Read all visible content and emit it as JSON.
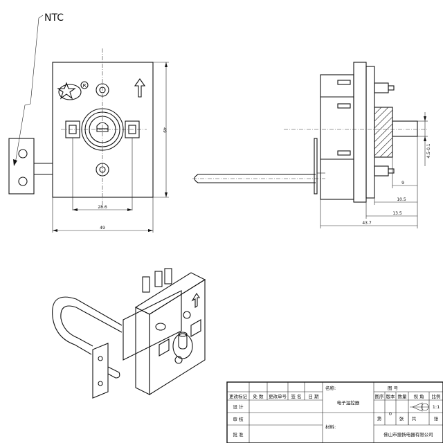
{
  "ntc_label": "NTC",
  "front_view": {
    "logo_mark": "R",
    "dim_width": "49",
    "dim_height": "49",
    "dim_hole_spacing": "28.6"
  },
  "side_view": {
    "dim_overall": "43.7",
    "dim_135": "13.5",
    "dim_105": "10.5",
    "dim_9": "9",
    "dim_shaft": "4.5-0.1"
  },
  "title_block": {
    "rev_mark": "更改标记",
    "location": "处 数",
    "doc_no": "更改单号",
    "sign": "签 名",
    "date": "日 期",
    "design": "设 计",
    "review": "审 核",
    "approve": "批 准",
    "name_label": "名称:",
    "part_name": "电子温控器",
    "material_label": "材料:",
    "drawing_no_label": "图 号",
    "seq_label": "图序",
    "version_label": "版本",
    "qty_label": "数量",
    "view_label": "视 角",
    "scale_label": "比例",
    "version": "0",
    "scale": "1:1",
    "sheet_label": "第",
    "sheet_unit": "张",
    "total_label": "共",
    "total_unit": "张",
    "company": "佛山市捷扬电器有限公司"
  }
}
